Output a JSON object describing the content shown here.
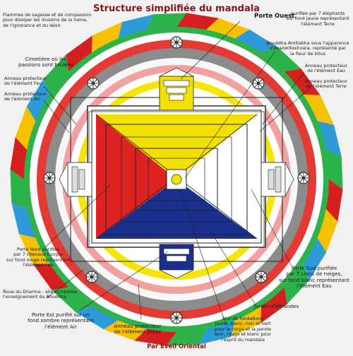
{
  "title": "Structure simplifiée du mandala",
  "credit": "Par Eveil Oriental",
  "labels": {
    "flammes": "Flammes de sagesse et de compassion\npour dissiper les illusions de la haine,\nde l'ignorance et du désir.",
    "cimetiere": "Cimetière où les\npassions sont brûlées",
    "anneau_feu": "Anneau protecteur\nde l'élément Feu",
    "anneau_air": "Anneau protecteur\nde l'élément Air",
    "porte_ouest": "Porte Ouest",
    "porte_ouest_desc": "purifiée par 7 éléphants\nsur fond jaune représentant\nl'élément Terre",
    "bouddha": "Bouddha Amitabha sous l'apparence\nd'Avalokiteshvara, représenté par\nla fleur de lotus",
    "anneau_eau": "Anneau protecteur\nde l'élément Eau",
    "anneau_terre": "Anneau protecteur\nde l'élément Terre",
    "porte_nord": "Porte Nord purifiée\npar 7 chevaux Lungta\nsur fond rouge représentant\nl'élément Feu",
    "roue": "Roue du Dharma : elle symbolise\nl'enseignement du Bouddha.",
    "porte_sud": "Porte Sud purifiée\npar 7 Lions de neiges,\nsur fond blanc représentant\nl'élément Eau",
    "jardin": "Jardin d'offrandes",
    "porte_est": "Porte Est purifié sur un\nfond sombre représentant\nl'élément Air",
    "anneau_ether": "Anneau protecteur\nde l'élément Ether",
    "mur": "Mur de fondations\njaune, blanc, noir et vert\npour le corps et la parole\nNoir, rouge et blanc pour\nl'esprit du mandala"
  },
  "colors": {
    "title": "#8a1414",
    "flame_cycle": [
      "#d62020",
      "#f6c200",
      "#2d9bd8",
      "#2bb24a"
    ],
    "ring_green": "#2fb14c",
    "ring_red": "#e33b34",
    "ring_grey": "#8c8c8c",
    "ring_pink": "#f2a0a0",
    "ring_yellow": "#f4e600",
    "west": "#f2e000",
    "north": "#dd2222",
    "south": "#ffffff",
    "east": "#1b2f8f"
  },
  "icons": [
    "dharma-wheel-icon",
    "tower-icon",
    "lotus-icon"
  ]
}
